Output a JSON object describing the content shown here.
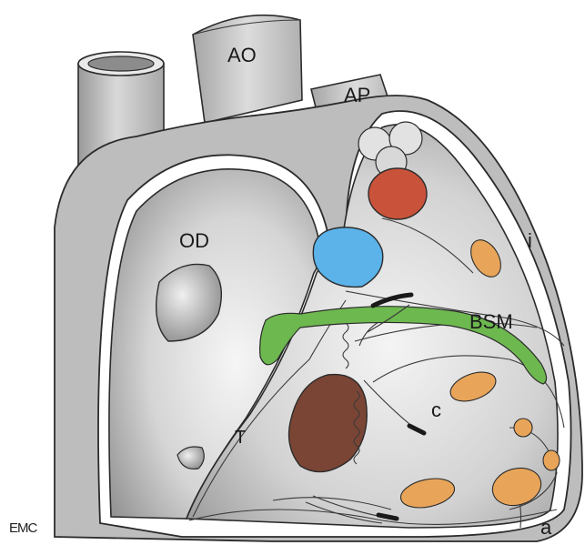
{
  "labels": {
    "ao": "AO",
    "ap": "AP",
    "od": "OD",
    "i": "i",
    "bsm": "BSM",
    "c": "c",
    "t": "T",
    "a": "a",
    "credit": "EMC"
  },
  "colors": {
    "tissue_light": "#e6e6e6",
    "tissue_mid": "#bdbdbd",
    "tissue_dark": "#8f8f8f",
    "red_structure": "#c9533a",
    "blue_structure": "#5bb3ea",
    "green_band": "#6db84f",
    "brown_structure": "#7a4535",
    "orange_muscles": "#e8a55a",
    "outline": "#2b2b2b"
  }
}
